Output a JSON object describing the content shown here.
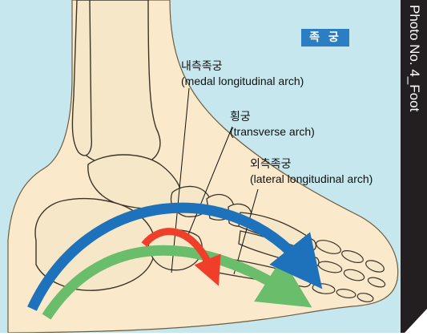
{
  "figure": {
    "side_label": "Photo No. 4_Foot",
    "title": "족 궁",
    "labels": {
      "medial": {
        "ko": "내측족궁",
        "en": "(medal longitudinal arch)"
      },
      "transverse": {
        "ko": "횡궁",
        "en": "(transverse arch)"
      },
      "lateral": {
        "ko": "외측족궁",
        "en": "(lateral longitudinal arch)"
      }
    }
  },
  "colors": {
    "background": "#c6e7ee",
    "skin": "#fbe9cc",
    "bone": "#f5e7c8",
    "side_tab": "#231f20",
    "title_badge": "#2b7ec1",
    "medial_arch": "#1e72bb",
    "transverse_arch": "#ef3e2a",
    "lateral_arch": "#69bd6b"
  }
}
